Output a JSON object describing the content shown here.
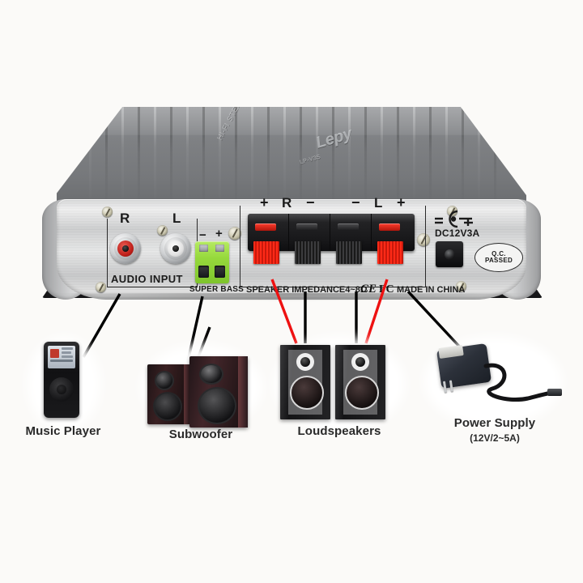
{
  "background_color": "#FBFAF8",
  "diagram": {
    "title_present": false,
    "device": {
      "name": "mini hi-fi stereo amplifier",
      "brand_logo": "Lepy",
      "model_text": "LP-V3S",
      "top_engraving": "HI-FI STEREO AMPLIFIER",
      "chassis_color": "#7e8083",
      "faceplate_color": "#d8d9da"
    },
    "faceplate": {
      "audio_input": {
        "label": "AUDIO INPUT",
        "channels": [
          {
            "label": "R",
            "jack_color": "#c0201a",
            "name": "rca-right"
          },
          {
            "label": "L",
            "jack_color": "#ffffff",
            "name": "rca-left"
          }
        ]
      },
      "super_bass": {
        "label": "SUPER BASS",
        "terminals": [
          "−",
          "+"
        ],
        "block_color": "#96d93c"
      },
      "speaker_terminals": {
        "labels": [
          "+",
          "R",
          "−",
          "−",
          "L",
          "+"
        ],
        "posts": [
          {
            "name": "right-positive",
            "polarity": "+",
            "color": "#ff2a17"
          },
          {
            "name": "right-negative",
            "polarity": "−",
            "color": "#2a2a2c"
          },
          {
            "name": "left-negative",
            "polarity": "−",
            "color": "#2a2a2c"
          },
          {
            "name": "left-positive",
            "polarity": "+",
            "color": "#ff2a17"
          }
        ]
      },
      "power": {
        "polarity_minus": "−",
        "polarity_plus": "+",
        "rating": "DC12V3A",
        "qc_line1": "Q.C.",
        "qc_line2": "PASSED"
      },
      "footer": {
        "impedance": "SPEAKER IMPEDANCE4~8Ω",
        "mark_ce": "CE",
        "mark_fc": "FC",
        "origin": "MADE IN CHINA"
      }
    },
    "callouts": [
      {
        "id": "music-player",
        "label": "Music Player",
        "sublabel": "",
        "lead_color": "#000000"
      },
      {
        "id": "subwoofer",
        "label": "Subwoofer",
        "sublabel": "",
        "lead_color": "#000000"
      },
      {
        "id": "loudspeakers",
        "label": "Loudspeakers",
        "sublabel": "",
        "lead_color": "#000000"
      },
      {
        "id": "power-supply",
        "label": "Power Supply",
        "sublabel": "(12V/2~5A)",
        "lead_color": "#000000"
      }
    ],
    "lead_colors": {
      "signal": "#000000",
      "speaker_positive": "#ee1111"
    }
  }
}
